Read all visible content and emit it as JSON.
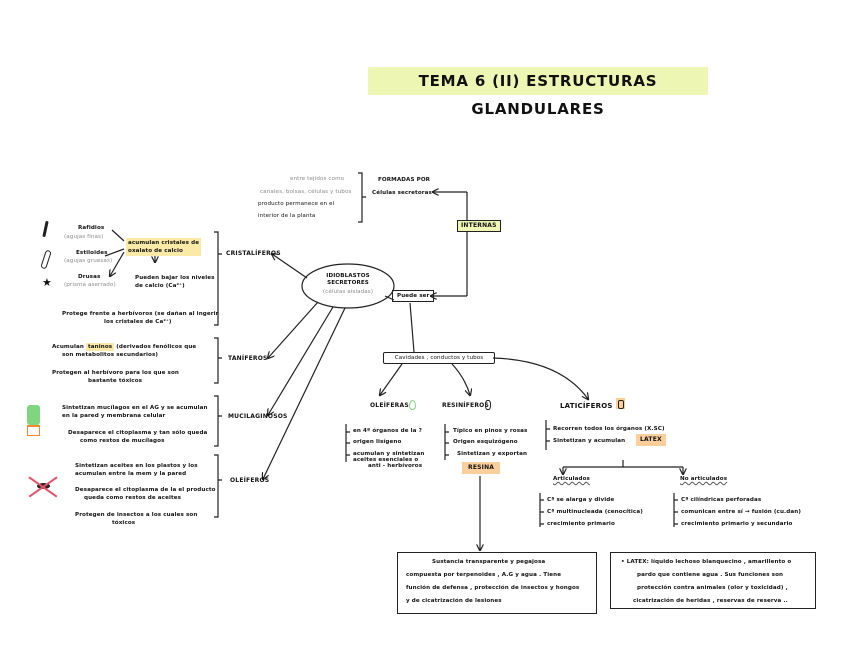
{
  "title": "TEMA 6 (II) ESTRUCTURAS  GLANDULARES",
  "top": {
    "lines": [
      "entre tejidos como",
      "canales, bolsas, células y tubos",
      "producto permanece en el",
      "interior de la planta"
    ],
    "formadas_por": "FORMADAS POR",
    "celulas": "Células secretoras",
    "internas": "INTERNAS"
  },
  "idioblastos": {
    "title1": "IDIOBLASTOS",
    "title2": "SECRETORES",
    "sub": "(células aisladas)"
  },
  "puede_ser": "Puede ser",
  "cristaliferos": {
    "label": "CRISTALÍFEROS",
    "rafidios": "Rafidios",
    "rafidios_sub": "(agujas finas)",
    "estiloides": "Estiloides",
    "estiloides_sub": "(agujas gruesas)",
    "drusas": "Drusas",
    "drusas_sub": "(prisma aserrado)",
    "acumulan": [
      "acumulan cristales de",
      "oxalato de calcio"
    ],
    "arrow": "↓",
    "pueden": [
      "Pueden bajar los niveles",
      "de calcio (Ca²⁺)"
    ],
    "protege": [
      "Protege frente a herbívoros (se dañan al ingerir",
      "los cristales de Ca²⁺)"
    ]
  },
  "taniferos": {
    "label": "TANÍFEROS",
    "l1a": "Acumulan",
    "l1hl": "taninos",
    "l1b": "(derivados fenólicos que",
    "l1c": "son metabolitos secundarios)",
    "l2": [
      "Protegen al herbívoro para los que son",
      "bastante tóxicos"
    ]
  },
  "mucilaginosos": {
    "label": "MUCILAGINOSOS",
    "l1": [
      "Sintetizan mucílagos en el AG y se acumulan",
      "en la pared y membrana celular"
    ],
    "l2": [
      "Desaparece el citoplasma y tan sólo queda",
      "como restos de mucílagos"
    ]
  },
  "oleiferos": {
    "label": "OLEÍFEROS",
    "l1": [
      "Sintetizan aceites en los plastos y los",
      "acumulan entre la mem y la pared"
    ],
    "l2": [
      "Desaparece el citoplasma de la el producto",
      "queda como restos de aceites"
    ],
    "l3": [
      "Protegen de insectos a los cuales son",
      "tóxicos"
    ]
  },
  "cavidades": "Cavidades , conductos y tubos",
  "oleiferas": {
    "label": "OLEÍFERAS",
    "items": [
      "en 4º órganos de la ?",
      "origen lisígeno",
      "acumulan y sintetizan",
      "aceites esenciales o",
      "anti - herbívoros"
    ]
  },
  "resiniferos": {
    "label": "RESINÍFEROS",
    "items": [
      "Típico en pinos y rosas",
      "Origen esquizógeno",
      "Sintetizan y exportan"
    ],
    "resina": "RESINA"
  },
  "laticiferos": {
    "label": "LATICÍFEROS",
    "items": [
      "Recorren todos los órganos   (X.SC)",
      "Sintetizan y acumulan"
    ],
    "latex": "LATEX",
    "articulados": {
      "label": "Articulados",
      "items": [
        "Cª se alarga y divide",
        "Cª multinucleada   (cenocítica)",
        "crecimiento primario"
      ]
    },
    "no_articulados": {
      "label": "No articulados",
      "items": [
        "Cª cilíndricas perforadas",
        "comunican entre sí  → fusión  (cu.dan)",
        "crecimiento primario y secundario"
      ]
    }
  },
  "resina_box": [
    "Sustancia transparente y pegajosa",
    "compuesta por terpenoides , A.G y agua . Tiene",
    "función de defensa , protección de insectos y hongos",
    "y de cicatrización de lesiones"
  ],
  "latex_box": [
    "•  LATEX:  líquido lechoso blanquecino , amarillento o",
    "pardo  que contiene agua . Sus funciones  son",
    "protección contra animales  (olor y toxicidad) ,",
    "cicatrización  de heridas , reservas de reserva .."
  ],
  "colors": {
    "title_highlight": "#eef6b4",
    "yellow_highlight": "#fbe9a8",
    "orange_highlight": "#fbcf9c",
    "cactus": "#7fd67f",
    "cross": "#e8506a"
  }
}
